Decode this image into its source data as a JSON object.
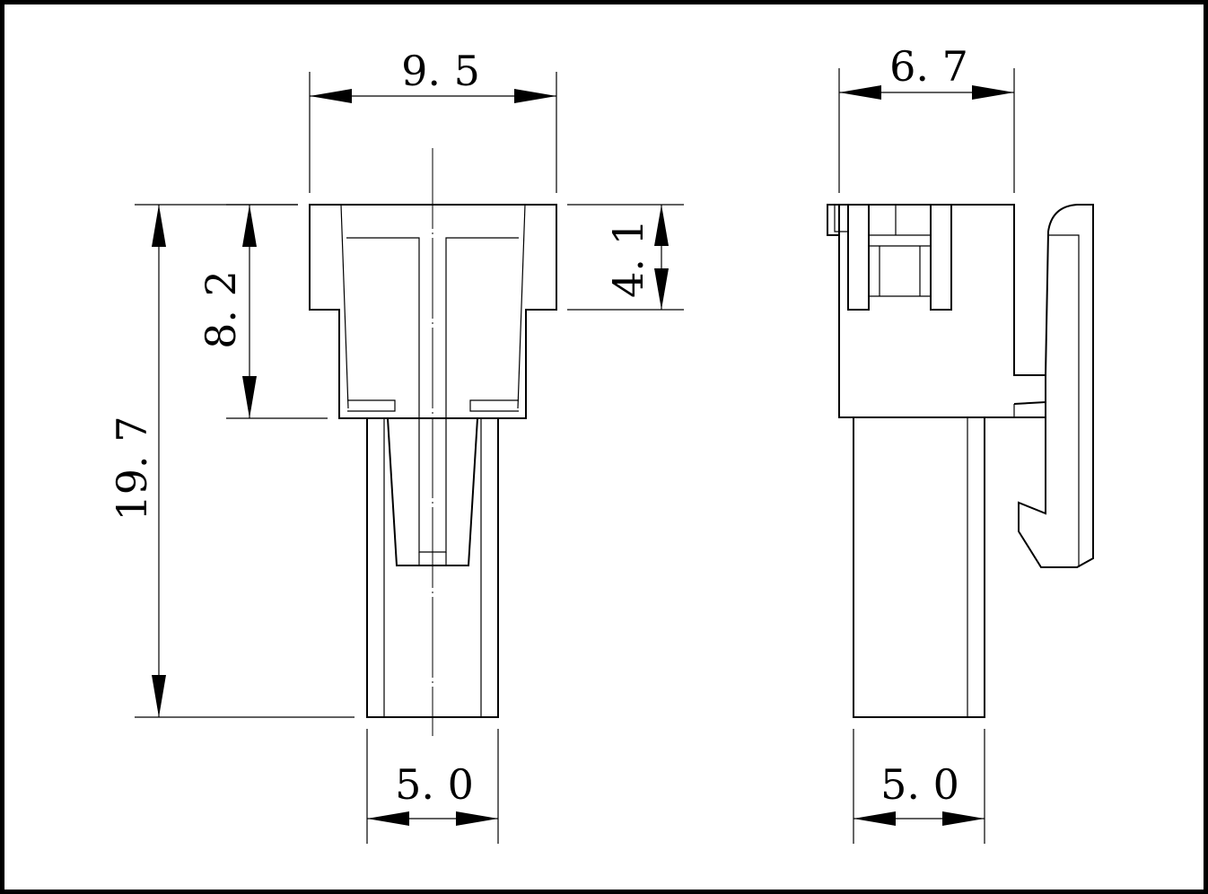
{
  "dimensions": {
    "front_width": "9. 5",
    "flange_height": "4. 1",
    "housing_height": "8. 2",
    "total_height": "19. 7",
    "front_pin_width": "5. 0",
    "side_width": "6. 7",
    "side_pin_width": "5. 0"
  },
  "colors": {
    "line": "#000000",
    "background": "#ffffff"
  }
}
